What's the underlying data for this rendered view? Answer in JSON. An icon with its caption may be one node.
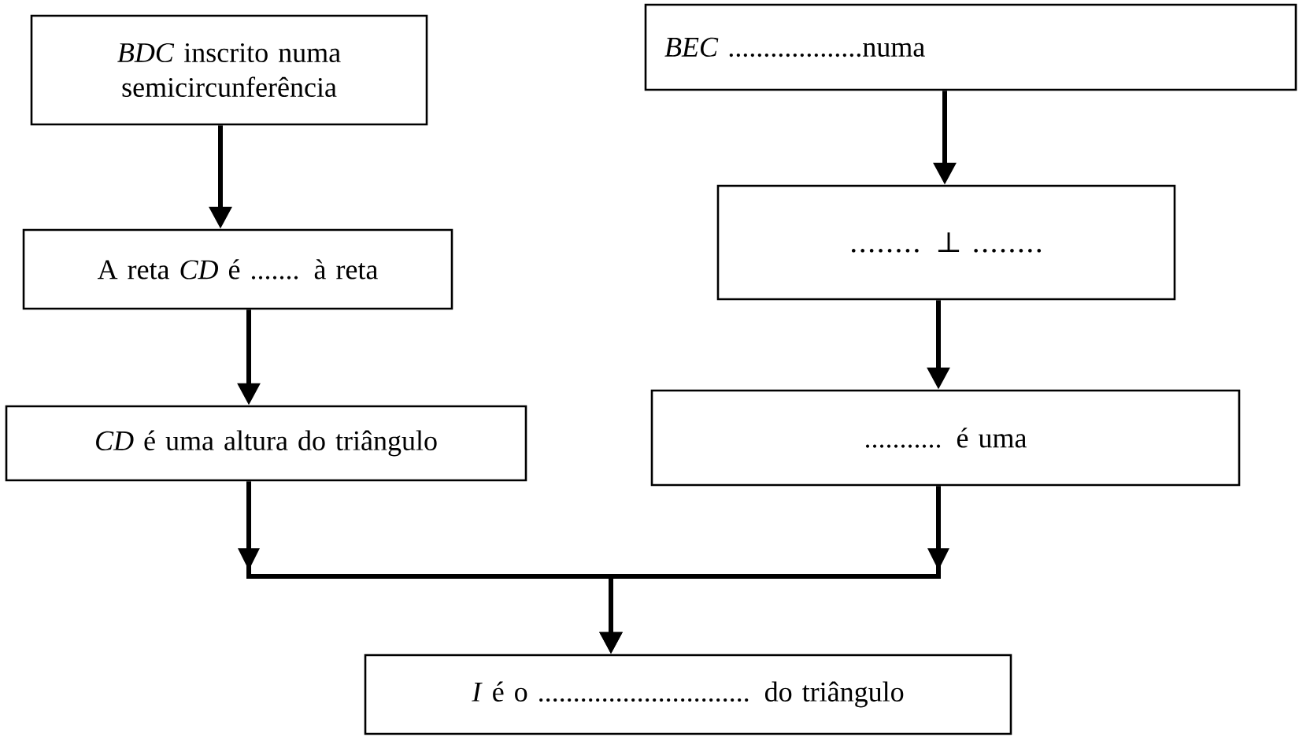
{
  "diagram": {
    "nodes": [
      {
        "text": [
          "*BDC* inscrito numa semicircunferência"
        ]
      },
      {
        "text": [
          "*BEC* ...................numa"
        ]
      },
      {
        "text": [
          "A reta *CD* é ....... à reta"
        ]
      },
      {
        "text": [
          "........ ⊥ ........"
        ]
      },
      {
        "text": [
          "*CD* é uma altura do triângulo"
        ]
      },
      {
        "text": [
          "........... é uma"
        ]
      },
      {
        "text": [
          "*I* é o .............................. do triângulo"
        ]
      }
    ],
    "edges": [
      {
        "from": 0,
        "to": 2,
        "arrow": "to"
      },
      {
        "from": 2,
        "to": 4,
        "arrow": "to"
      },
      {
        "from": 1,
        "to": 3,
        "arrow": "to"
      },
      {
        "from": 3,
        "to": 5,
        "arrow": "to"
      },
      {
        "from": 4,
        "to": 6,
        "arrow": "to"
      },
      {
        "from": 5,
        "to": 6,
        "arrow": "to"
      }
    ]
  }
}
